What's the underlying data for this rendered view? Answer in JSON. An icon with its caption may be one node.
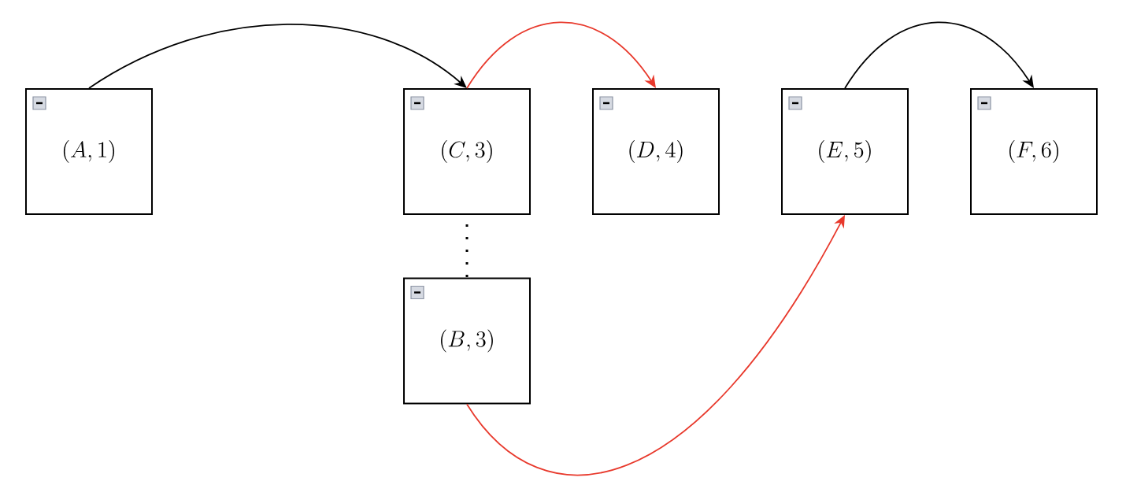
{
  "diagram": {
    "nodes": [
      {
        "text": [
          "(A,1)"
        ]
      },
      {
        "text": [
          "(C,3)"
        ]
      },
      {
        "text": [
          "(D,4)"
        ]
      },
      {
        "text": [
          "(E,5)"
        ]
      },
      {
        "text": [
          "(F,6)"
        ]
      },
      {
        "text": [
          "(B,3)"
        ]
      }
    ],
    "edges": [
      {
        "from": 0,
        "to": 1,
        "arrow": "to"
      },
      {
        "from": 1,
        "to": 2,
        "arrow": "to",
        "color": "#e8392c"
      },
      {
        "from": 3,
        "to": 4,
        "arrow": "to"
      },
      {
        "from": 1,
        "to": 5,
        "arrow": "none",
        "style": "dashed"
      },
      {
        "from": 5,
        "to": 3,
        "arrow": "to",
        "color": "#e8392c"
      }
    ]
  }
}
